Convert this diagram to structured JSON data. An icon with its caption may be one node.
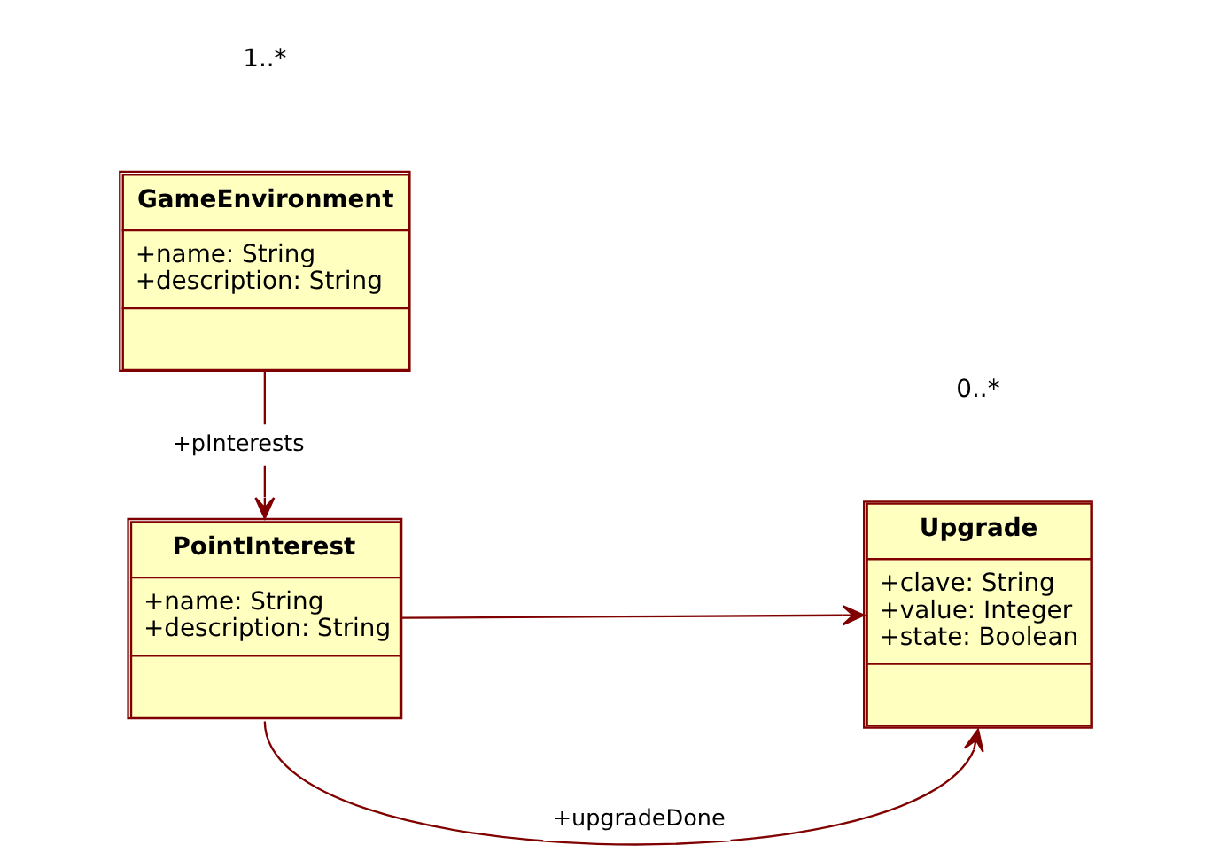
{
  "diagram": {
    "nodes": [
      {
        "text": [
          "PointInterest",
          "+name: String",
          "+description: String"
        ]
      },
      {
        "text": [
          "Upgrade",
          "+clave: String",
          "+value: Integer",
          "+state: Boolean"
        ]
      },
      {
        "text": [
          "GameEnvironment",
          "+name: String",
          "+description: String"
        ]
      }
    ],
    "edges": [
      {
        "from": 0,
        "to": 1,
        "arrow": "to"
      },
      {
        "from": 0,
        "to": 1,
        "arrow": "to",
        "label": "+upgradeDone"
      },
      {
        "from": 2,
        "to": 0,
        "arrow": "to",
        "label": "+pInterests"
      }
    ],
    "labels": [
      "1..*",
      "0..*"
    ]
  }
}
